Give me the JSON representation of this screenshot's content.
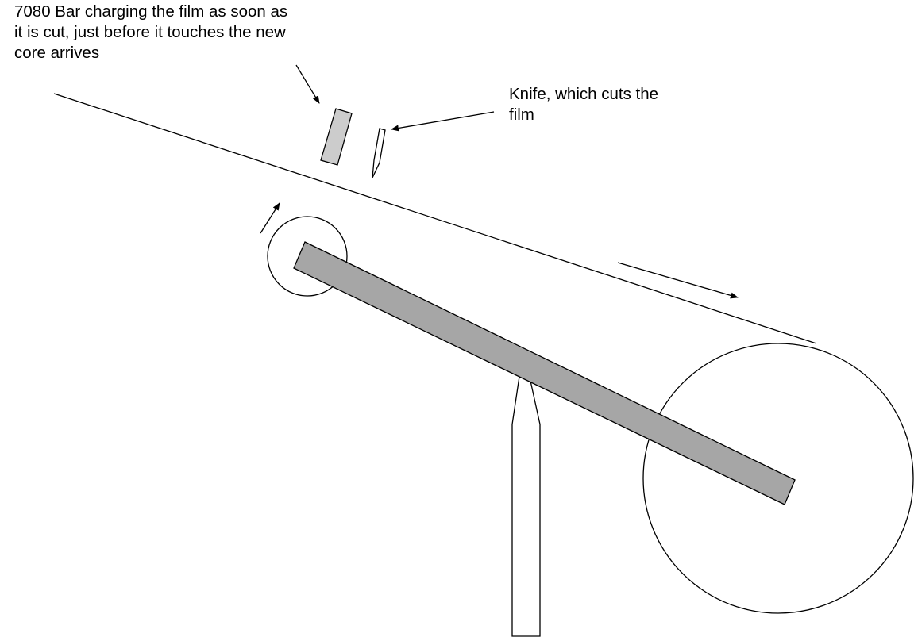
{
  "labels": {
    "bar_charging": {
      "lines": [
        "7080 Bar charging the film as soon as",
        "it is cut, just before it touches the new",
        "core arrives"
      ]
    },
    "knife": {
      "lines": [
        "Knife, which cuts the",
        "film"
      ]
    }
  },
  "colors": {
    "stroke": "#000000",
    "charging_bar_fill": "#cccccc",
    "arm_fill": "#a6a6a6",
    "background": "#ffffff",
    "text": "#000000"
  },
  "icons": {
    "arrow_head": "filled-triangle-arrowhead"
  }
}
